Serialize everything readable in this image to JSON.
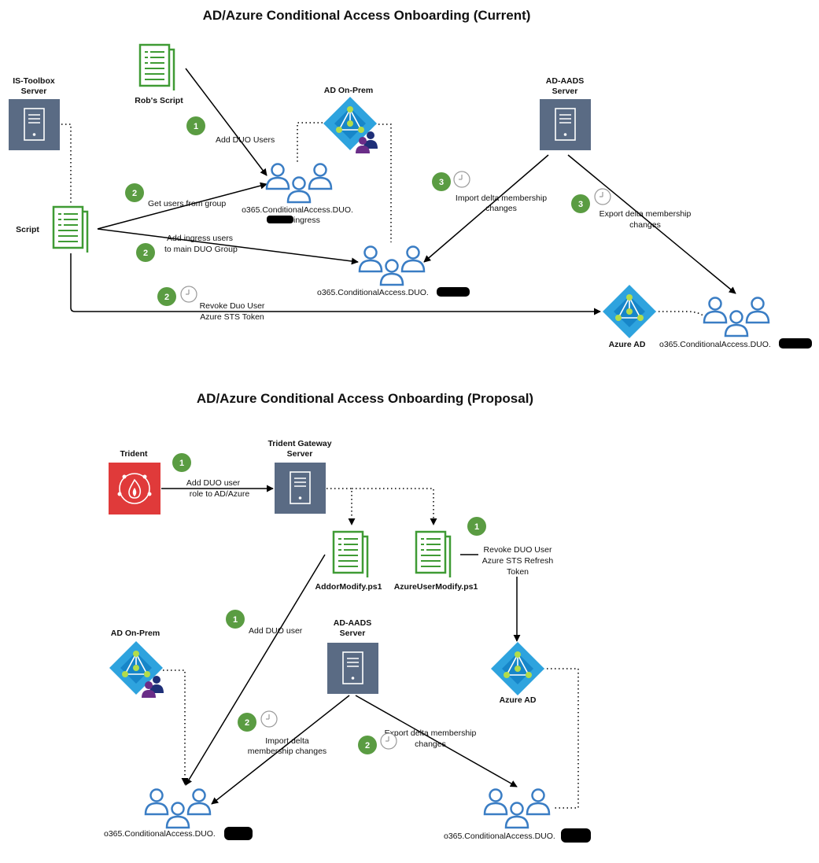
{
  "colors": {
    "server": "#5a6b84",
    "script": "#3f9b34",
    "azure": "#2ea3de",
    "badge": "#5a9c42",
    "trident": "#e03a3a",
    "user": "#3a7dc4",
    "user_purple": "#6a2d88",
    "user_navy": "#1e2f78"
  },
  "icons": [
    "server-icon",
    "script-document-icon",
    "azure-ad-icon",
    "ad-onprem-icon",
    "user-group-icon",
    "clock-icon",
    "trident-icon",
    "step-badge"
  ],
  "current": {
    "title": "AD/Azure Conditional Access Onboarding (Current)",
    "is_toolbox": [
      "IS-Toolbox",
      "Server"
    ],
    "robs_script": "Rob's Script",
    "ad_onprem": "AD On-Prem",
    "ad_aads": [
      "AD-AADS",
      "Server"
    ],
    "script": "Script",
    "azure_ad": "Azure AD",
    "group_ingress": [
      "o365.ConditionalAccess.DUO.",
      "ingress"
    ],
    "group_main": "o365.ConditionalAccess.DUO.",
    "group_azure": "o365.ConditionalAccess.DUO.",
    "add_duo_users": "Add DUO Users",
    "get_users": "Get users from group",
    "add_ingress": [
      "Add ingress users",
      "to main DUO Group"
    ],
    "revoke": [
      "Revoke Duo User",
      "Azure STS Token"
    ],
    "import_delta": [
      "Import delta membership",
      "changes"
    ],
    "export_delta": [
      "Export delta membership",
      "changes"
    ],
    "badges": [
      "1",
      "2",
      "2",
      "2",
      "3",
      "3"
    ]
  },
  "proposal": {
    "title": "AD/Azure Conditional Access Onboarding (Proposal)",
    "trident": "Trident",
    "gateway": [
      "Trident Gateway",
      "Server"
    ],
    "add_role": [
      "Add DUO user",
      "role to AD/Azure"
    ],
    "addormodify": "AddorModify.ps1",
    "azureusermodify": "AzureUserModify.ps1",
    "revoke": [
      "Revoke DUO User",
      "Azure STS Refresh",
      "Token"
    ],
    "add_duo_user": "Add DUO user",
    "ad_onprem": "AD On-Prem",
    "ad_aads": [
      "AD-AADS",
      "Server"
    ],
    "azure_ad": "Azure AD",
    "import_delta": [
      "Import delta",
      "membership changes"
    ],
    "export_delta": [
      "Export delta membership",
      "changes"
    ],
    "group_left": "o365.ConditionalAccess.DUO.",
    "group_right": "o365.ConditionalAccess.DUO.",
    "badges": [
      "1",
      "1",
      "1",
      "2",
      "2"
    ]
  }
}
